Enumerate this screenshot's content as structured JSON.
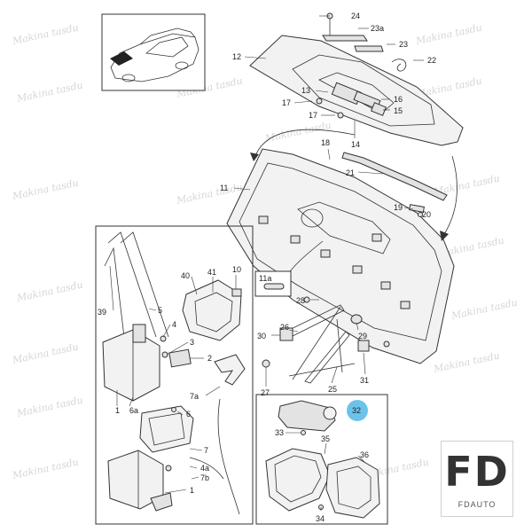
{
  "callouts": {
    "c1a": "1",
    "c1b": "1",
    "c2": "2",
    "c3": "3",
    "c4": "4",
    "c4a": "4a",
    "c5": "5",
    "c6": "6",
    "c6a": "6a",
    "c7": "7",
    "c7a": "7a",
    "c7b": "7b",
    "c10": "10",
    "c11": "11",
    "c11a": "11a",
    "c12": "12",
    "c13": "13",
    "c14": "14",
    "c15": "15",
    "c16": "16",
    "c17a": "17",
    "c17b": "17",
    "c18": "18",
    "c19": "19",
    "c20": "20",
    "c21": "21",
    "c22": "22",
    "c23": "23",
    "c23a": "23a",
    "c24": "24",
    "c25": "25",
    "c26": "26",
    "c27": "27",
    "c28": "28",
    "c29": "29",
    "c30": "30",
    "c31": "31",
    "c32": "32",
    "c33": "33",
    "c34": "34",
    "c35": "35",
    "c36": "36",
    "c39": "39",
    "c40": "40",
    "c41": "41"
  },
  "highlight_color": "#6cc3ea",
  "watermark": "Makina tasdu",
  "logo": {
    "main": "FD",
    "sub": "FDAUTO"
  }
}
